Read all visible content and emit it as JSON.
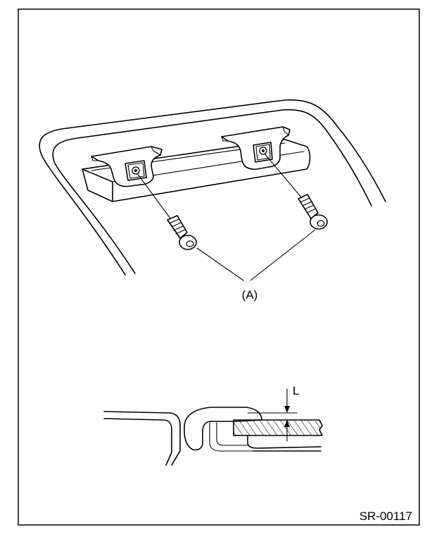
{
  "labels": {
    "callout_a": "(A)",
    "dimension_l": "L",
    "figure_code": "SR-00117"
  },
  "colors": {
    "ink": "#000000",
    "paper": "#ffffff"
  }
}
